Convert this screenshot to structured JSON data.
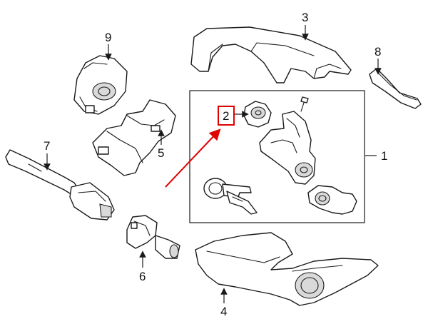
{
  "callouts": {
    "c1": "1",
    "c2": "2",
    "c3": "3",
    "c4": "4",
    "c5": "5",
    "c6": "6",
    "c7": "7",
    "c8": "8",
    "c9": "9"
  },
  "colors": {
    "line": "#1a1a1a",
    "highlight": "#e00000",
    "background": "#ffffff"
  }
}
